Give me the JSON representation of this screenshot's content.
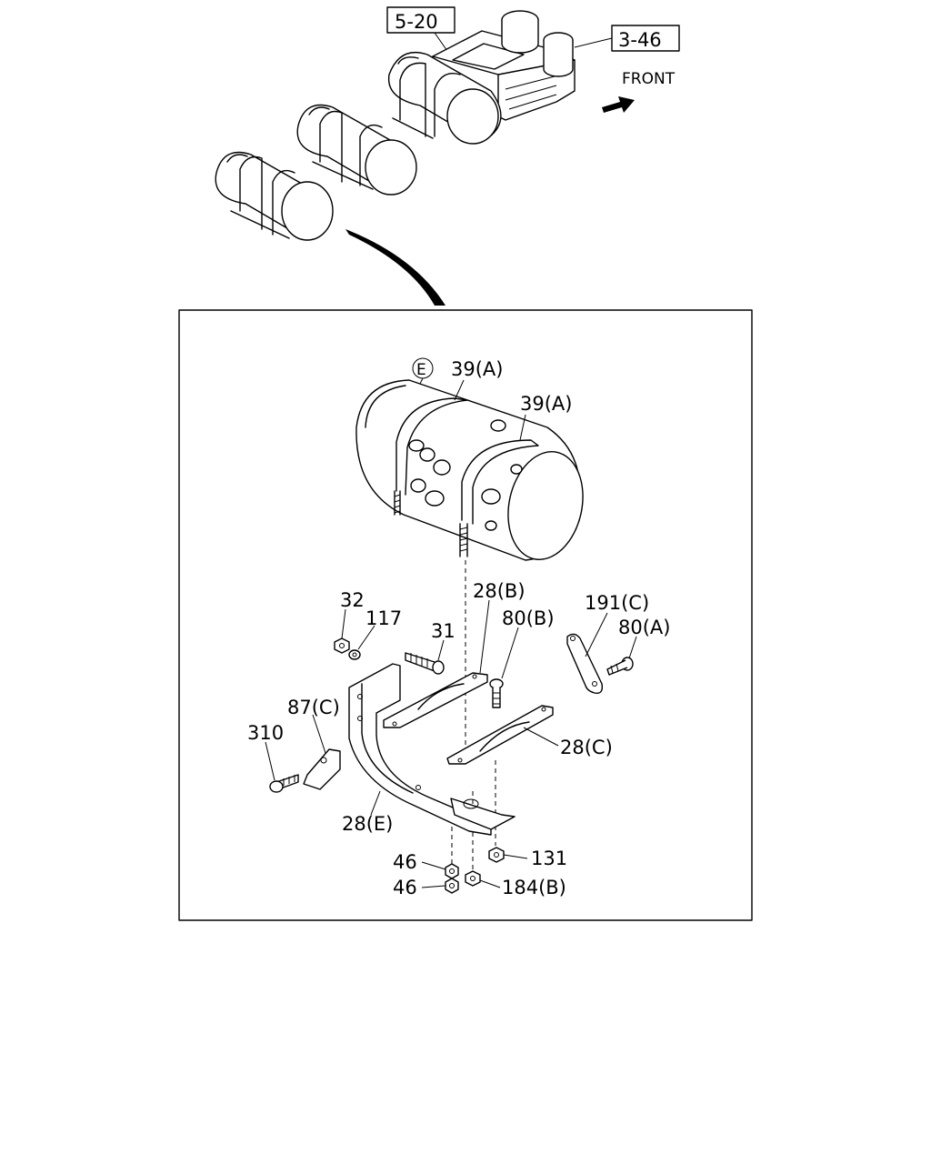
{
  "refs": {
    "ref_5_20": "5-20",
    "ref_3_46": "3-46"
  },
  "front_label": "FRONT",
  "circled_label": "E",
  "callouts": {
    "c39a_1": "39(A)",
    "c39a_2": "39(A)",
    "c28b": "28(B)",
    "c191c": "191(C)",
    "c80b": "80(B)",
    "c80a": "80(A)",
    "c32": "32",
    "c117": "117",
    "c31": "31",
    "c87c": "87(C)",
    "c310": "310",
    "c28c": "28(C)",
    "c28e": "28(E)",
    "c46_1": "46",
    "c46_2": "46",
    "c131": "131",
    "c184b": "184(B)"
  }
}
